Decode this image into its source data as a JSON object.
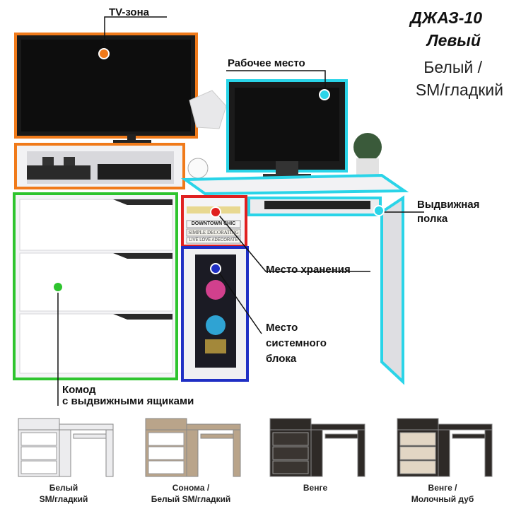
{
  "title": {
    "model": "ДЖАЗ-10",
    "orientation": "Левый",
    "color_line1": "Белый /",
    "color_line2": "SM/гладкий"
  },
  "zones": {
    "tv": "TV-зона",
    "workplace": "Рабочее место",
    "shelf_line1": "Выдвижная",
    "shelf_line2": "полка",
    "storage": "Место хранения",
    "pc_line1": "Место",
    "pc_line2": "системного",
    "pc_line3": "блока",
    "dresser_line1": "Комод",
    "dresser_line2": "с  выдвижными ящиками"
  },
  "books": [
    "DOWNTOWN CHIC",
    "SIMPLE DECORATING",
    "LIVE LOVE ADECORATE"
  ],
  "variants": [
    {
      "line1": "Белый",
      "line2": "SM/гладкий",
      "body": "#ececee",
      "front": "#ffffff"
    },
    {
      "line1": "Сонома /",
      "line2": "Белый SM/гладкий",
      "body": "#b9a48a",
      "front": "#ffffff"
    },
    {
      "line1": "Венге",
      "line2": "",
      "body": "#2e2a27",
      "front": "#3a3531"
    },
    {
      "line1": "Венге /",
      "line2": "Молочный дуб",
      "body": "#2e2a27",
      "front": "#e2d6c4"
    }
  ],
  "colors": {
    "tv_zone": "#f07a1a",
    "workplace": "#2ad4e8",
    "storage": "#e02020",
    "pc_zone": "#1f2fc4",
    "dresser": "#2ec42e"
  }
}
